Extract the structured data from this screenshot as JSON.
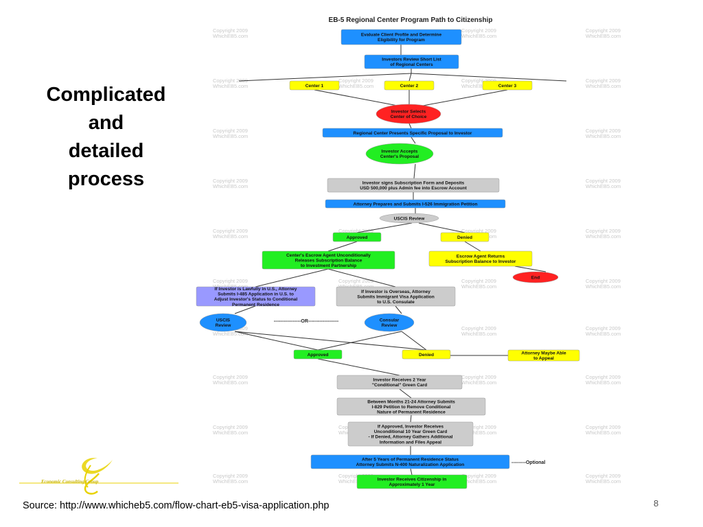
{
  "slide": {
    "side_title": [
      "Complicated",
      "and",
      "detailed",
      "process"
    ],
    "source": "Source: http://www.whicheb5.com/flow-chart-eb5-visa-application.php",
    "page_number": "8",
    "logo_text": "Economic Consulting Group"
  },
  "flowchart": {
    "title": "EB-5 Regional Center Program Path to Citizenship",
    "watermark": [
      "Copyright 2009",
      "WhichEB5.com"
    ],
    "colors": {
      "blue": "#1e90ff",
      "yellow": "#ffff00",
      "red": "#ff2222",
      "green": "#22ee22",
      "gray": "#cccccc",
      "purple": "#9999ff"
    },
    "nodes": [
      {
        "id": "evaluate",
        "shape": "rect",
        "color": "blue",
        "lines": [
          "Evaluate Client Profile and Determine",
          "Eligibility for Program"
        ]
      },
      {
        "id": "shortlist",
        "shape": "rect",
        "color": "blue",
        "lines": [
          "Investors Review Short List",
          "of Regional Centers"
        ]
      },
      {
        "id": "center1",
        "shape": "rect",
        "color": "yellow",
        "lines": [
          "Center 1"
        ]
      },
      {
        "id": "center2",
        "shape": "rect",
        "color": "yellow",
        "lines": [
          "Center 2"
        ]
      },
      {
        "id": "center3",
        "shape": "rect",
        "color": "yellow",
        "lines": [
          "Center 3"
        ]
      },
      {
        "id": "selects",
        "shape": "ellipse",
        "color": "red",
        "lines": [
          "Investor Selects",
          "Center of Choice"
        ]
      },
      {
        "id": "proposal",
        "shape": "rect",
        "color": "blue",
        "lines": [
          "Regional Center Presents Specific Proposal to Investor"
        ]
      },
      {
        "id": "accepts",
        "shape": "ellipse",
        "color": "green",
        "lines": [
          "Investor Accepts",
          "Center's Proposal"
        ]
      },
      {
        "id": "subscription",
        "shape": "rect",
        "color": "gray",
        "lines": [
          "Investor signs Subscription Form and Deposits",
          "USD 500,000 plus Admin fee into Escrow Account"
        ]
      },
      {
        "id": "i526",
        "shape": "rect",
        "color": "blue",
        "lines": [
          "Attorney Prepares and Submits I-526 Immigration Petition"
        ]
      },
      {
        "id": "uscis1",
        "shape": "ellipse",
        "color": "gray",
        "lines": [
          "USCIS Review"
        ]
      },
      {
        "id": "approved1",
        "shape": "rect",
        "color": "green",
        "lines": [
          "Approved"
        ]
      },
      {
        "id": "denied1",
        "shape": "rect",
        "color": "yellow",
        "lines": [
          "Denied"
        ]
      },
      {
        "id": "escrow_release",
        "shape": "rect",
        "color": "green",
        "lines": [
          "Center's Escrow Agent Unconditionally",
          "Releases Subscription Balance",
          "to Investment Partnership"
        ]
      },
      {
        "id": "escrow_return",
        "shape": "rect",
        "color": "yellow",
        "lines": [
          "Escrow Agent Returns",
          "Subscription Balance to Investor"
        ]
      },
      {
        "id": "end",
        "shape": "ellipse",
        "color": "red",
        "lines": [
          "End"
        ]
      },
      {
        "id": "lawful_us",
        "shape": "rect",
        "color": "purple",
        "lines": [
          "If Investor is Lawfully in U.S., Attorney",
          "Submits I-485 Application in U.S. to",
          "Adjust Investor's Status to Conditional",
          "Permanent Residence"
        ]
      },
      {
        "id": "overseas",
        "shape": "rect",
        "color": "gray",
        "lines": [
          "If Investor is Overseas, Attorney",
          "Submits Immigrant Visa Application",
          "to U.S. Consulate"
        ]
      },
      {
        "id": "uscis2",
        "shape": "ellipse",
        "color": "blue",
        "lines": [
          "USCIS",
          "Review"
        ]
      },
      {
        "id": "consular",
        "shape": "ellipse",
        "color": "blue",
        "lines": [
          "Consular",
          "Review"
        ]
      },
      {
        "id": "approved2",
        "shape": "rect",
        "color": "green",
        "lines": [
          "Approved"
        ]
      },
      {
        "id": "denied2",
        "shape": "rect",
        "color": "yellow",
        "lines": [
          "Denied"
        ]
      },
      {
        "id": "appeal",
        "shape": "rect",
        "color": "yellow",
        "lines": [
          "Attorney Maybe Able",
          "to Appeal"
        ]
      },
      {
        "id": "two_year",
        "shape": "rect",
        "color": "gray",
        "lines": [
          "Investor Receives 2 Year",
          "\"Conditional\" Green Card"
        ]
      },
      {
        "id": "i829",
        "shape": "rect",
        "color": "gray",
        "lines": [
          "Between Months 21-24 Attorney Submits",
          "I-829 Petition to Remove Conditional",
          "Nature of Permanent Residence"
        ]
      },
      {
        "id": "ten_year",
        "shape": "rect",
        "color": "gray",
        "lines": [
          "If Approved, Investor Receives",
          "Unconditional 10 Year Green Card",
          "- If Denied, Attorney Gathers Additional",
          "Information and Files Appeal"
        ]
      },
      {
        "id": "n400",
        "shape": "rect",
        "color": "blue",
        "lines": [
          "After 5 Years of Permanent Residence Status",
          "Attorney Submits N-400 Naturalization Application"
        ]
      },
      {
        "id": "citizenship",
        "shape": "rect",
        "color": "green",
        "lines": [
          "Investor Receives Citizenship in",
          "Approximately 1 Year"
        ]
      }
    ],
    "or_label": "-----------------OR-------------------",
    "optional_label": "---------Optional"
  }
}
